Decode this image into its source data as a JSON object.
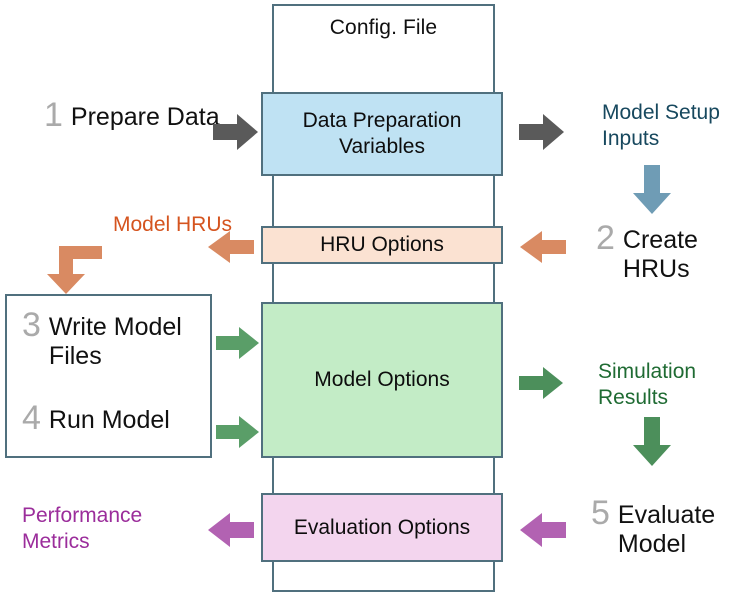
{
  "diagram": {
    "title": "Config. File",
    "config_box_label": "Config. File",
    "option_blocks": [
      {
        "id": "data-preparation-variables",
        "label": "Data Preparation Variables",
        "color": "#bfe2f3"
      },
      {
        "id": "hru-options",
        "label": "HRU Options",
        "color": "#fbe2d2"
      },
      {
        "id": "model-options",
        "label": "Model Options",
        "color": "#c3ecc6"
      },
      {
        "id": "evaluation-options",
        "label": "Evaluation Options",
        "color": "#f3d5ee"
      }
    ],
    "steps": [
      {
        "number": "1",
        "label": "Prepare Data"
      },
      {
        "number": "2",
        "label": "Create HRUs"
      },
      {
        "number": "3",
        "label": "Write Model Files"
      },
      {
        "number": "4",
        "label": "Run Model"
      },
      {
        "number": "5",
        "label": "Evaluate Model"
      }
    ],
    "outputs": [
      {
        "id": "model-setup-inputs",
        "label": "Model Setup Inputs",
        "color": "#17485e"
      },
      {
        "id": "model-hrus",
        "label": "Model HRUs",
        "color": "#d5541f"
      },
      {
        "id": "simulation-results",
        "label": "Simulation Results",
        "color": "#1f6b33"
      },
      {
        "id": "performance-metrics",
        "label": "Performance Metrics",
        "color": "#9b2d9b"
      }
    ],
    "arrow_colors": {
      "gray": "#5a5a5a",
      "blue": "#6f9cb5",
      "orange": "#d98a62",
      "green": "#5a9e68",
      "purple": "#b262b2"
    }
  }
}
